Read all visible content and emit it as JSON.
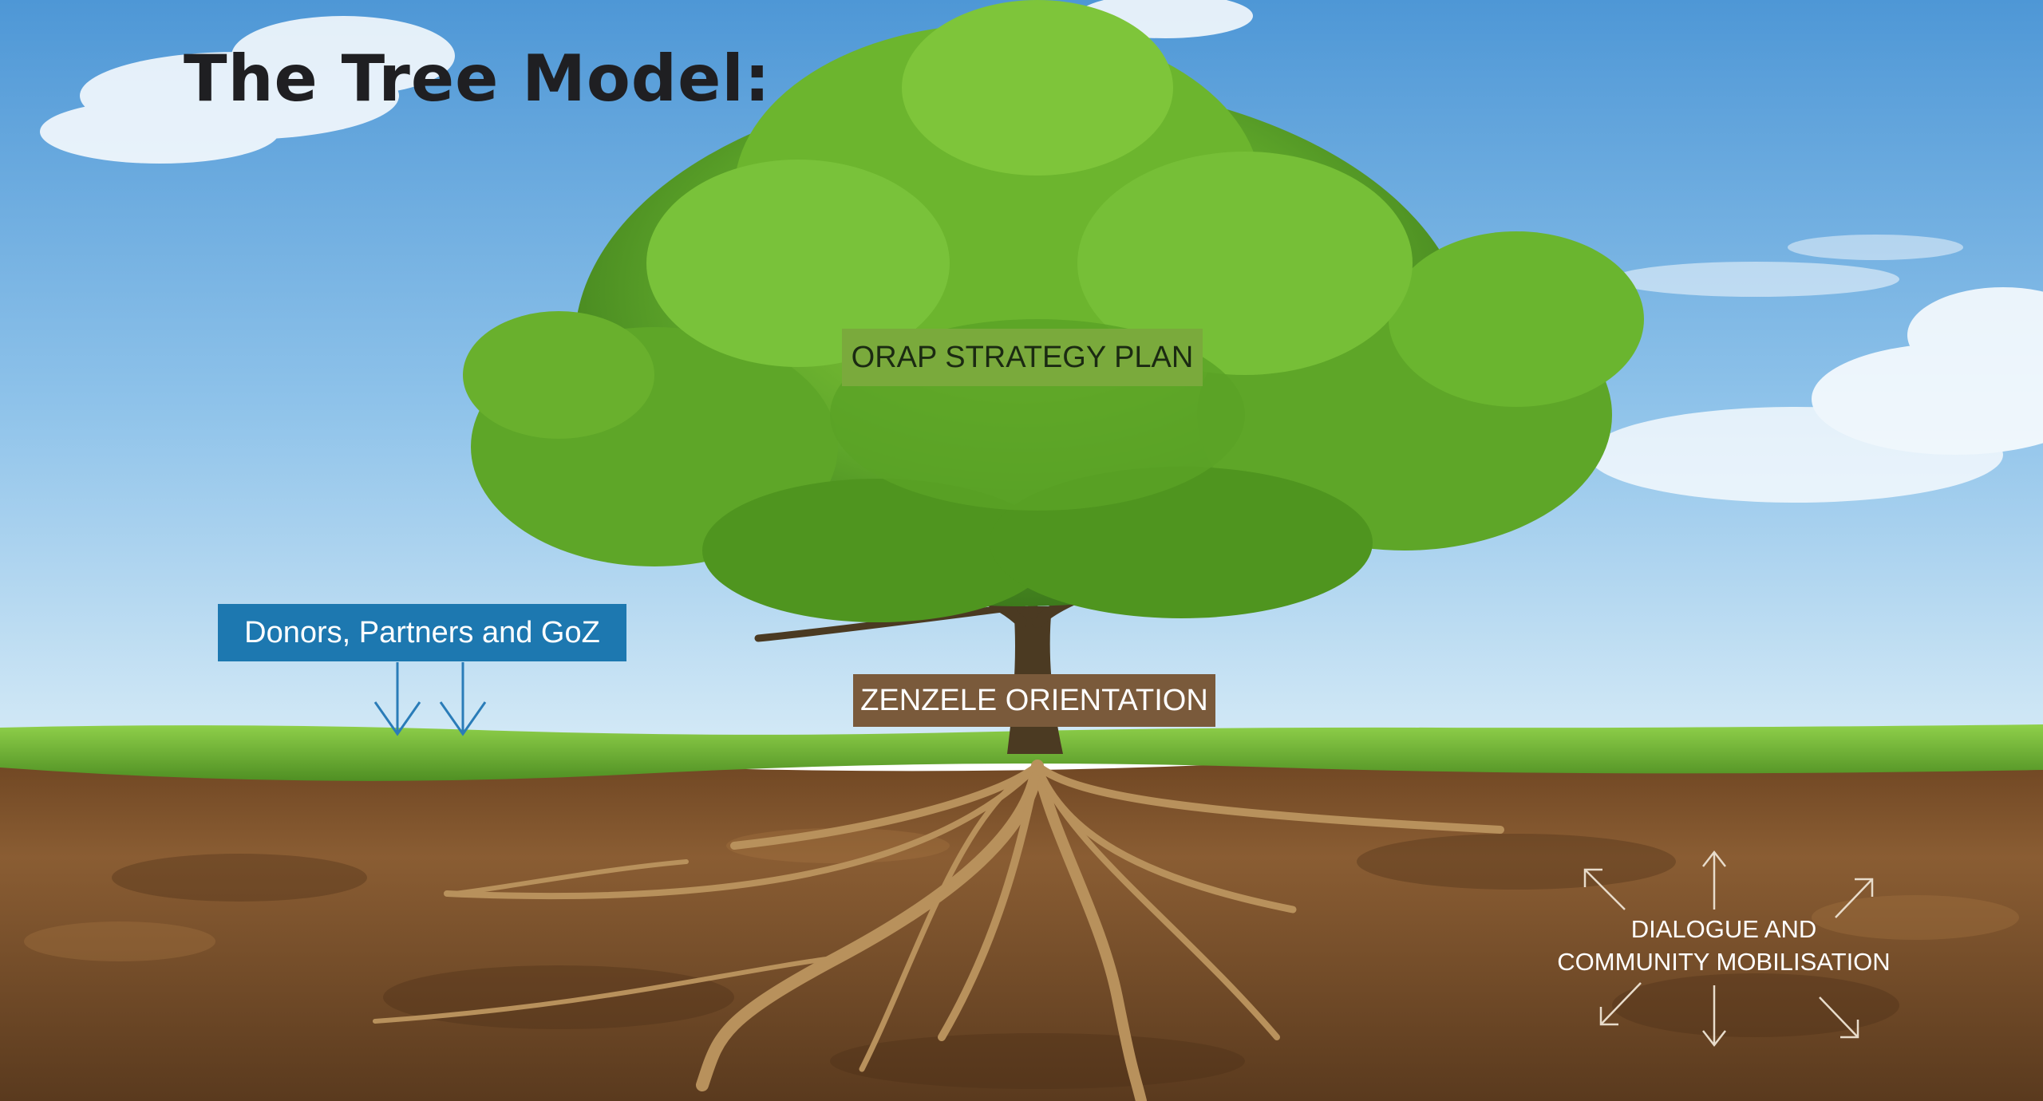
{
  "title": "The Tree Model:",
  "labels": {
    "orap": "ORAP STRATEGY PLAN",
    "donors": "Donors, Partners and GoZ",
    "zenzele": "ZENZELE ORIENTATION",
    "dialogue_line1": "DIALOGUE AND",
    "dialogue_line2": "COMMUNITY MOBILISATION"
  },
  "colors": {
    "orap_box": "#7aaa3c",
    "donors_box": "#1d78b0",
    "zenzele_box": "#7a5a3b",
    "sky_top": "#4f98d8",
    "sky_bottom": "#cfe6f5",
    "grass": "#7fc43a",
    "soil": "#7a4f2a",
    "title_text": "#1f1f22"
  }
}
